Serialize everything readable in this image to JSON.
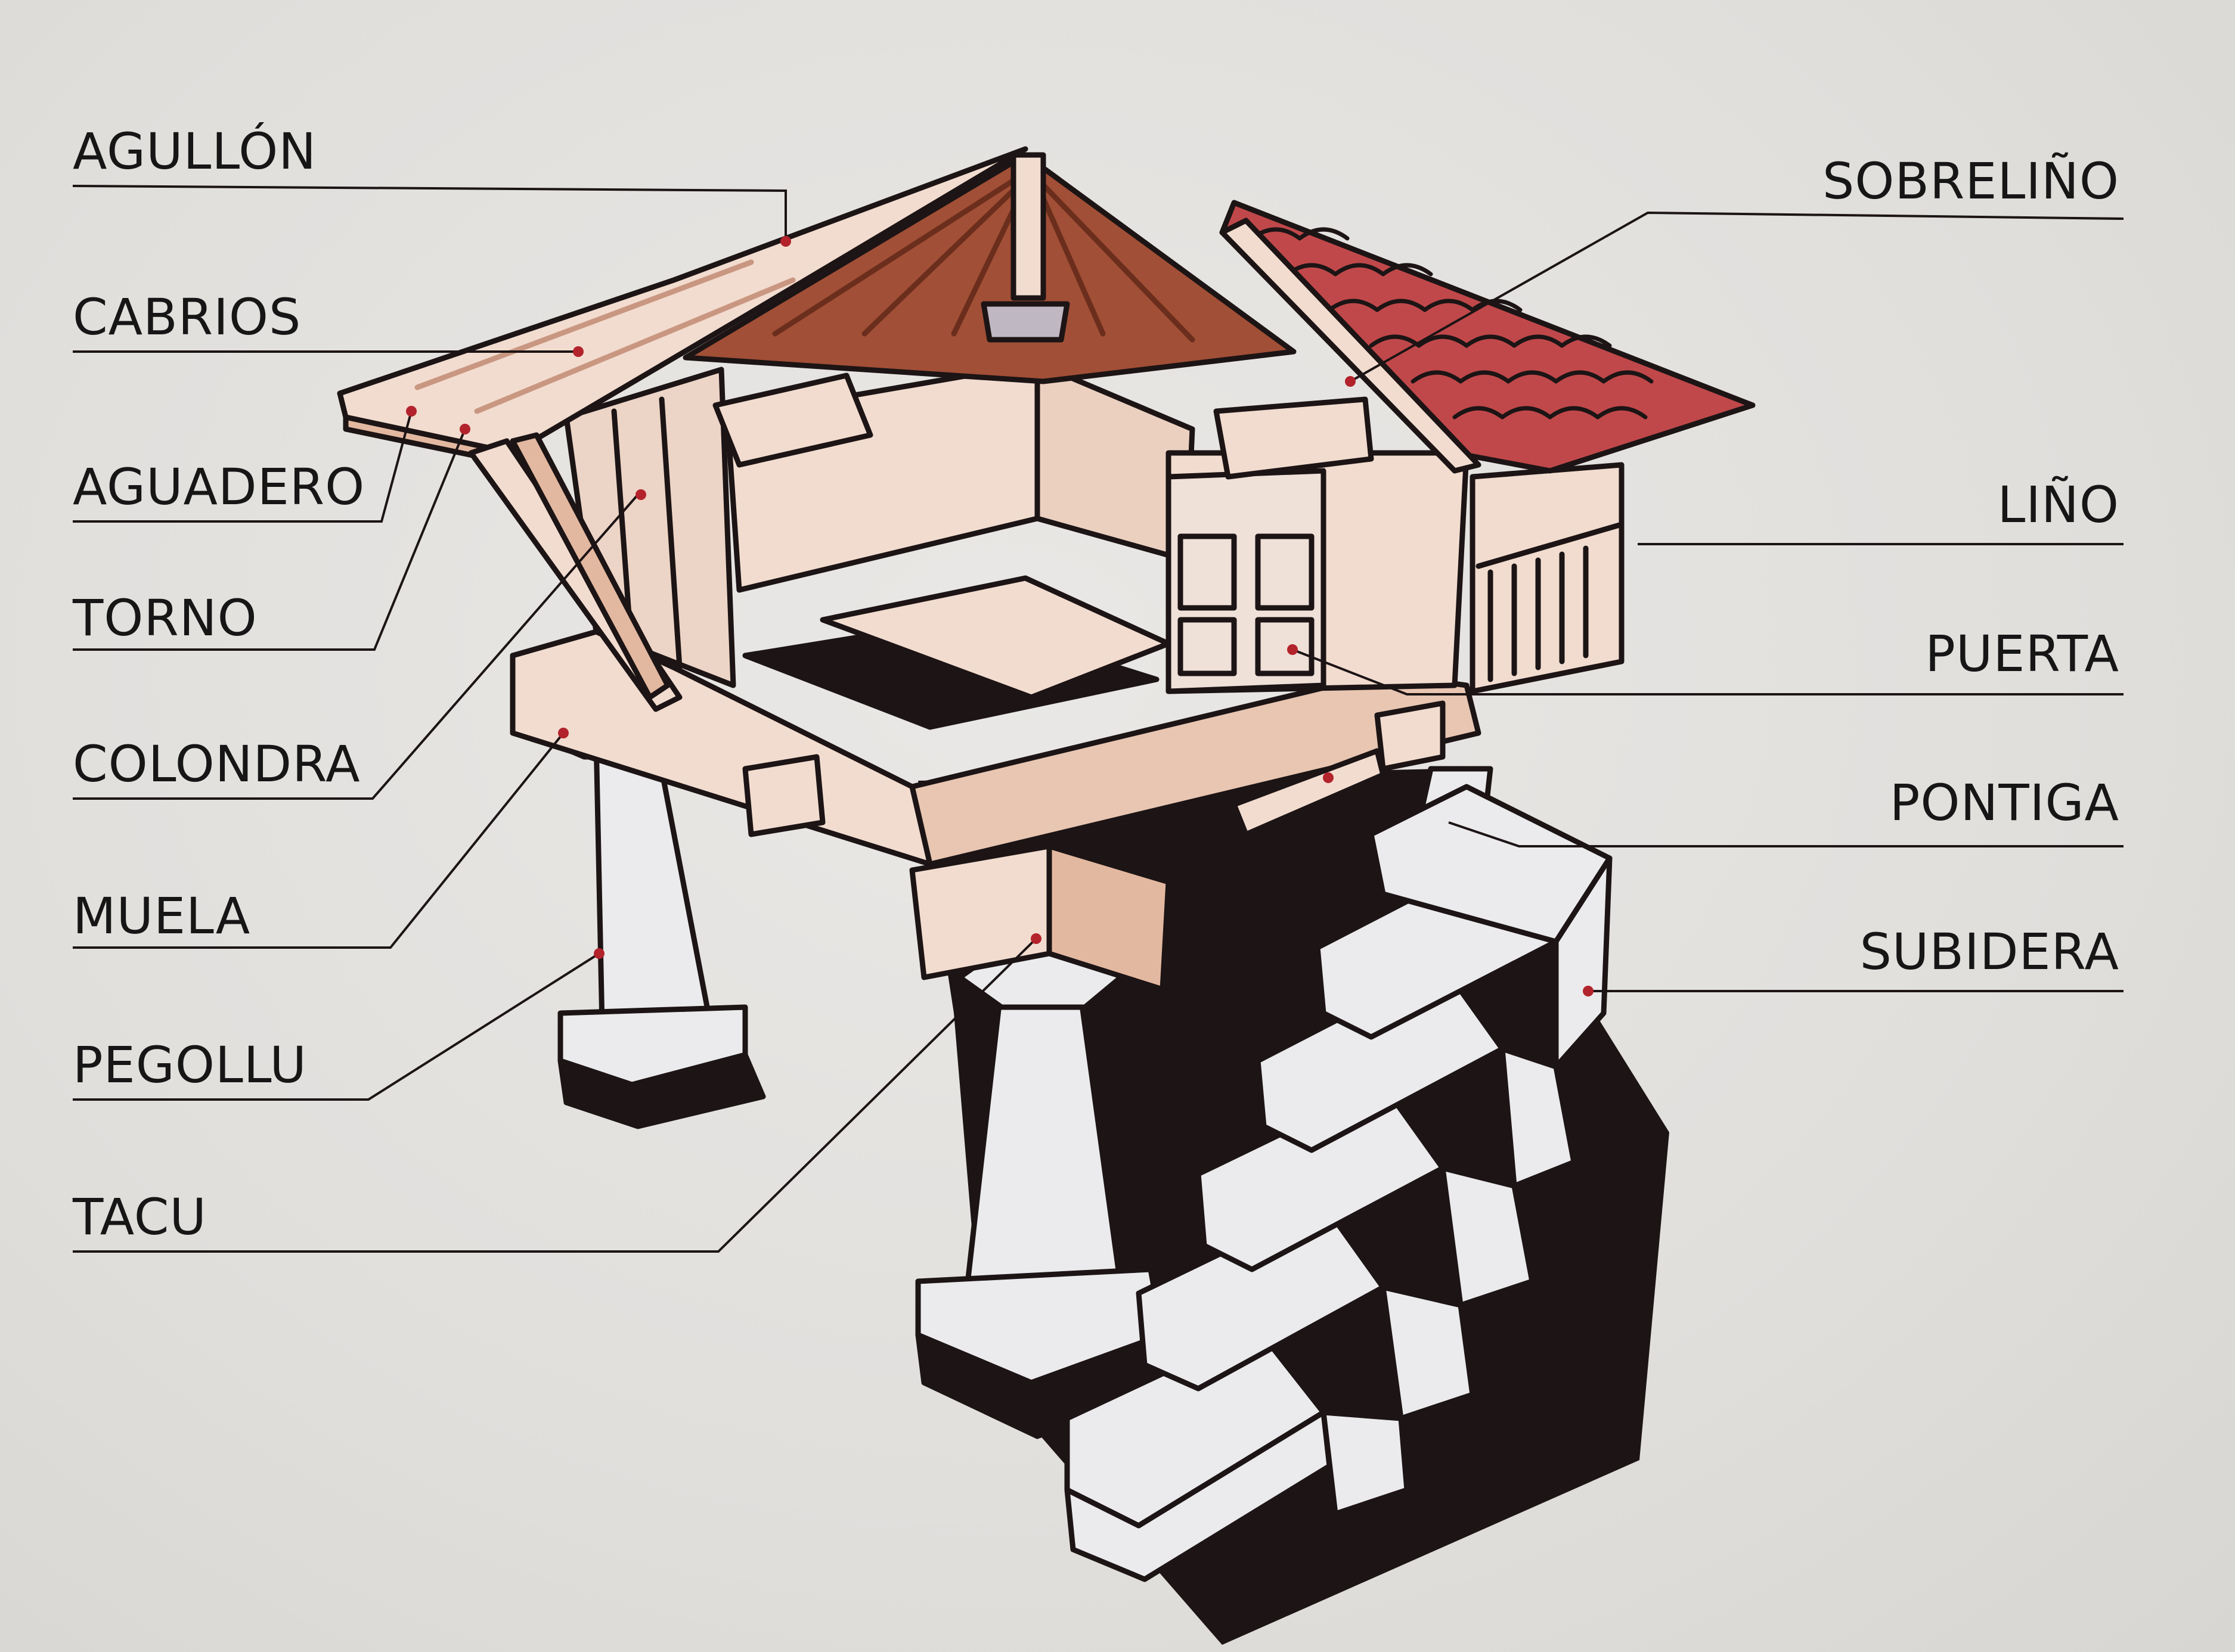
{
  "labels": {
    "left": [
      {
        "id": "agullon",
        "text": "AGULLÓN"
      },
      {
        "id": "cabrios",
        "text": "CABRIOS"
      },
      {
        "id": "aguadero",
        "text": "AGUADERO"
      },
      {
        "id": "torno",
        "text": "TORNO"
      },
      {
        "id": "colondra",
        "text": "COLONDRA"
      },
      {
        "id": "muela",
        "text": "MUELA"
      },
      {
        "id": "pegollu",
        "text": "PEGOLLU"
      },
      {
        "id": "tacu",
        "text": "TACU"
      }
    ],
    "right": [
      {
        "id": "sobrelino",
        "text": "SOBRELIÑO"
      },
      {
        "id": "lino",
        "text": "LIÑO"
      },
      {
        "id": "puerta",
        "text": "PUERTA"
      },
      {
        "id": "pontiga",
        "text": "PONTIGA"
      },
      {
        "id": "subidera",
        "text": "SUBIDERA"
      }
    ]
  },
  "colors": {
    "background": "#e2e0dd",
    "wood_light": "#f2dccf",
    "wood_mid": "#e3b8a0",
    "roof_wood": "#a14f36",
    "tiles": "#c0484a",
    "stone": "#ebeaec",
    "outline": "#1c1415",
    "marker": "#b3232c"
  }
}
